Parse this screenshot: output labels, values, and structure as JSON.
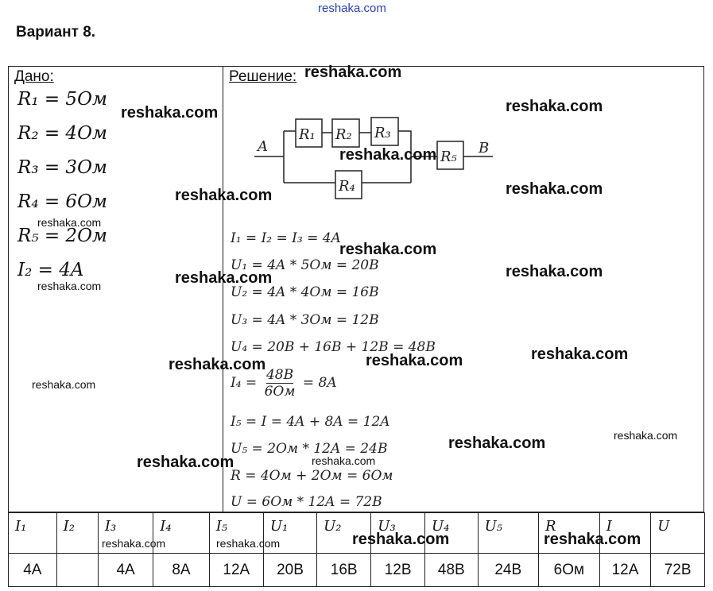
{
  "site_watermark": "reshaka.com",
  "title": "Вариант 8.",
  "given": {
    "header": "Дано:",
    "lines": [
      "R₁ = 5Ом",
      "R₂ = 4Ом",
      "R₃ = 3Ом",
      "R₄ = 6Ом",
      "R₅ = 2Ом",
      "I₂ = 4A"
    ]
  },
  "solution": {
    "header": "Решение:",
    "circuit": {
      "labels": [
        "A",
        "B",
        "R₁",
        "R₂",
        "R₃",
        "R₄",
        "R₅"
      ]
    },
    "lines": [
      "I₁ = I₂ = I₃ = 4A",
      "U₁ = 4A * 5Ом = 20B",
      "U₂ = 4A * 4Ом = 16B",
      "U₃ = 4A * 3Ом = 12B",
      "U₄ = 20B + 16B + 12B = 48B"
    ],
    "fraction": {
      "lhs": "I₄ =",
      "num": "48B",
      "den": "6Ом",
      "rhs": "= 8A"
    },
    "lines2": [
      "I₅ = I = 4A + 8A = 12A",
      "U₅ = 2Ом * 12A = 24B",
      "R = 4Ом + 2Ом = 6Ом",
      "U = 6Ом * 12A = 72B"
    ]
  },
  "table": {
    "headers": [
      "I₁",
      "I₂",
      "I₃",
      "I₄",
      "I₅",
      "U₁",
      "U₂",
      "U₃",
      "U₄",
      "U₅",
      "R",
      "I",
      "U"
    ],
    "values": [
      "4A",
      "",
      "4A",
      "8A",
      "12A",
      "20B",
      "16B",
      "12B",
      "48B",
      "24B",
      "6Ом",
      "12A",
      "72B"
    ]
  }
}
